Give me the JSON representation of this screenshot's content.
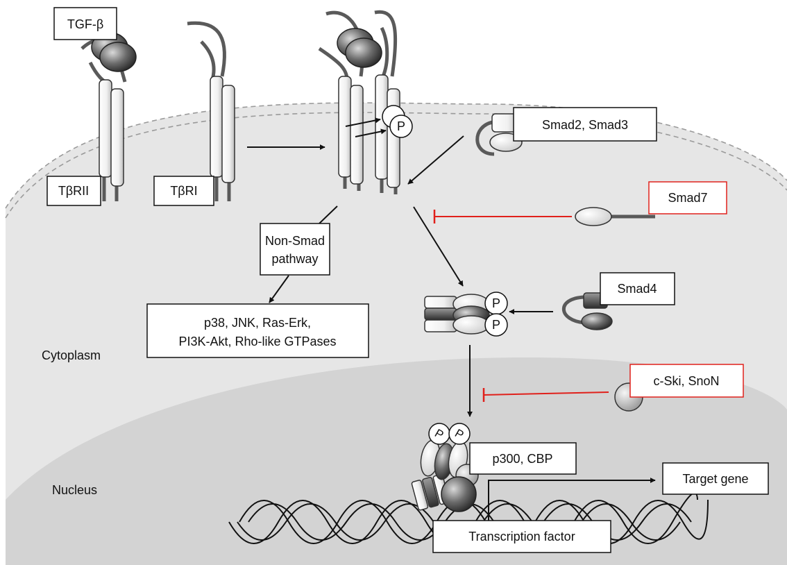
{
  "ligand": "TGF-β",
  "receptors": {
    "type2": "TβRII",
    "type1": "TβRI"
  },
  "phospho": "P",
  "smads": {
    "r_smad": "Smad2, Smad3",
    "i_smad": "Smad7",
    "co_smad": "Smad4"
  },
  "non_smad": {
    "line1": "Non-Smad",
    "line2": "pathway"
  },
  "non_smad_targets": {
    "line1": "p38, JNK, Ras-Erk,",
    "line2": "PI3K-Akt, Rho-like GTPases"
  },
  "repressors": "c-Ski, SnoN",
  "coactivators": "p300, CBP",
  "target_gene": "Target gene",
  "transcription_factor": "Transcription factor",
  "compartments": {
    "cytoplasm": "Cytoplasm",
    "nucleus": "Nucleus"
  },
  "colors": {
    "inhibition": "#e0201b",
    "activation": "#111111",
    "cell": "#e6e6e6",
    "nucleus": "#d3d3d3"
  }
}
